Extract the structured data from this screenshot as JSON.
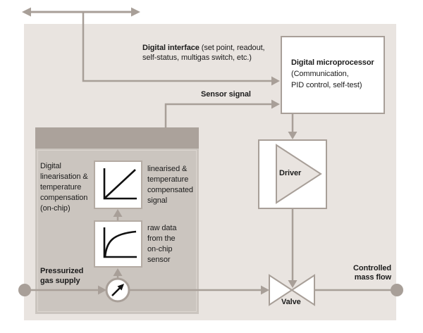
{
  "diagram": {
    "digital_interface": {
      "bold": "Digital interface",
      "rest": " (set point, readout,",
      "line2": "self-status, multigas switch, etc.)"
    },
    "sensor_signal": "Sensor signal",
    "microprocessor": {
      "title": "Digital microprocessor",
      "sub1": "(Communication,",
      "sub2": "PID control, self-test)"
    },
    "chip_label": [
      "Digital",
      "linearisation &",
      "temperature",
      "compensation",
      "(on-chip)"
    ],
    "linearised_label": [
      "linearised &",
      "temperature",
      "compensated",
      "signal"
    ],
    "raw_label": [
      "raw data",
      "from the",
      "on-chip",
      "sensor"
    ],
    "pressurized_label": [
      "Pressurized",
      "gas supply"
    ],
    "controlled_label": [
      "Controlled",
      "mass flow"
    ],
    "driver": "Driver",
    "valve": "Valve"
  },
  "icons": {
    "double_arrow": "bidirectional-digital-interface-arrow",
    "gauge": "flow-sensor-gauge",
    "linear_graph": "linearised-signal-curve",
    "raw_graph": "raw-sensor-curve",
    "driver_triangle": "amplifier-triangle",
    "valve": "control-valve-bowtie",
    "inlet_dot": "gas-inlet-port",
    "outlet_dot": "gas-outlet-port"
  },
  "colors": {
    "line": "#a89f98",
    "housing": "#e9e4e0",
    "chip_body": "#cbc5bf",
    "chip_header": "#aba29b",
    "graph_stroke": "#111111",
    "white": "#ffffff"
  }
}
